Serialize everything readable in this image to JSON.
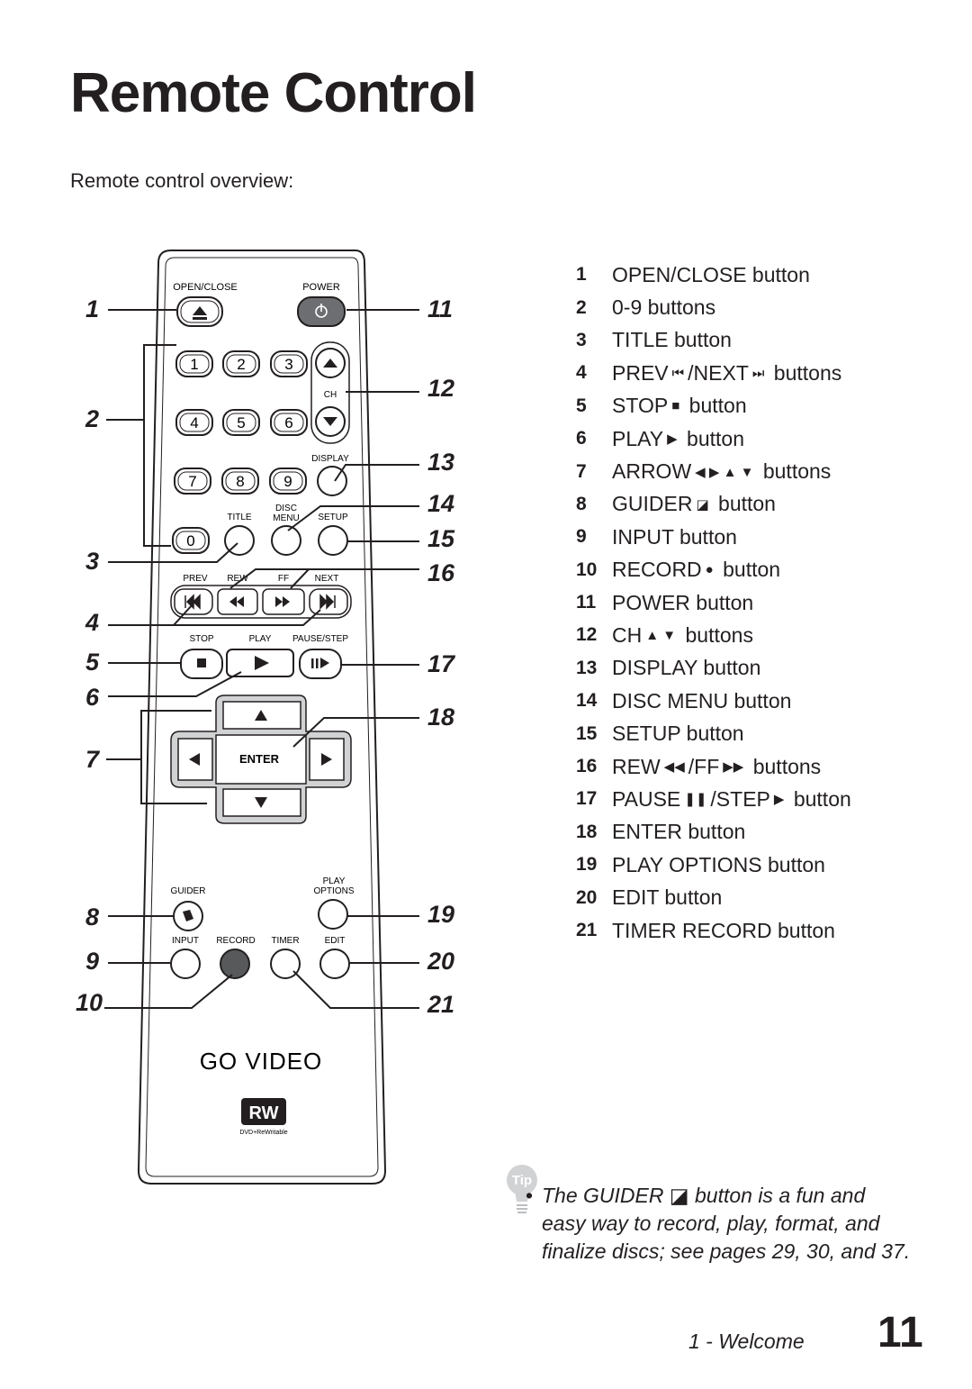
{
  "page": {
    "title": "Remote Control",
    "subtitle": "Remote control overview:"
  },
  "remote": {
    "labels": {
      "open_close": "OPEN/CLOSE",
      "power": "POWER",
      "ch": "CH",
      "display": "DISPLAY",
      "title": "TITLE",
      "disc_menu_1": "DISC",
      "disc_menu_2": "MENU",
      "setup": "SETUP",
      "prev": "PREV",
      "rew": "REW",
      "ff": "FF",
      "next": "NEXT",
      "stop": "STOP",
      "play": "PLAY",
      "pause_step": "PAUSE/STEP",
      "enter": "ENTER",
      "guider": "GUIDER",
      "play_options_1": "PLAY",
      "play_options_2": "OPTIONS",
      "input": "INPUT",
      "record": "RECORD",
      "timer": "TIMER",
      "edit": "EDIT"
    },
    "digits": [
      "1",
      "2",
      "3",
      "4",
      "5",
      "6",
      "7",
      "8",
      "9",
      "0"
    ],
    "logo": "GO VIDEO",
    "rw_badge": "RW",
    "rw_caption": "DVD+ReWritable",
    "callouts": [
      "1",
      "2",
      "3",
      "4",
      "5",
      "6",
      "7",
      "8",
      "9",
      "10",
      "11",
      "12",
      "13",
      "14",
      "15",
      "16",
      "17",
      "18",
      "19",
      "20",
      "21"
    ]
  },
  "legend": [
    {
      "num": "1",
      "text": "OPEN/CLOSE button"
    },
    {
      "num": "2",
      "text": "0-9 buttons"
    },
    {
      "num": "3",
      "text": "TITLE button"
    },
    {
      "num": "4",
      "pre": "PREV",
      "glyph": "⏮",
      "mid": "/NEXT",
      "glyph2": "⏭",
      "post": " buttons"
    },
    {
      "num": "5",
      "pre": "STOP",
      "glyph": "■",
      "post": " button"
    },
    {
      "num": "6",
      "pre": "PLAY",
      "glyph": "▶",
      "post": " button"
    },
    {
      "num": "7",
      "pre": "ARROW",
      "glyph": "◀ ▶ ▲ ▼",
      "post": " buttons"
    },
    {
      "num": "8",
      "pre": "GUIDER",
      "glyph": "◪",
      "post": " button"
    },
    {
      "num": "9",
      "text": "INPUT button"
    },
    {
      "num": "10",
      "pre": "RECORD",
      "glyph": "●",
      "post": " button"
    },
    {
      "num": "11",
      "text": "POWER button"
    },
    {
      "num": "12",
      "pre": "CH",
      "glyph": "▲ ▼",
      "post": " buttons"
    },
    {
      "num": "13",
      "text": "DISPLAY button"
    },
    {
      "num": "14",
      "text": "DISC MENU button"
    },
    {
      "num": "15",
      "text": "SETUP button"
    },
    {
      "num": "16",
      "pre": "REW",
      "glyph": "◀◀",
      "mid": "/FF",
      "glyph2": "▶▶",
      "post": " buttons"
    },
    {
      "num": "17",
      "pre": "PAUSE",
      "glyph": "❚❚",
      "mid": "/STEP",
      "glyph2": "▶",
      "post": " button"
    },
    {
      "num": "18",
      "text": "ENTER button"
    },
    {
      "num": "19",
      "text": "PLAY OPTIONS button"
    },
    {
      "num": "20",
      "text": "EDIT button"
    },
    {
      "num": "21",
      "text": "TIMER RECORD button"
    }
  ],
  "tip": {
    "badge": "Tip",
    "bullet": "•",
    "line1": "The GUIDER ◪ button is a fun and",
    "line2": "easy way to record, play, format, and",
    "line3": "finalize discs; see pages 29, 30, and 37."
  },
  "footer": {
    "section": "1 - Welcome",
    "page_number": "11"
  }
}
